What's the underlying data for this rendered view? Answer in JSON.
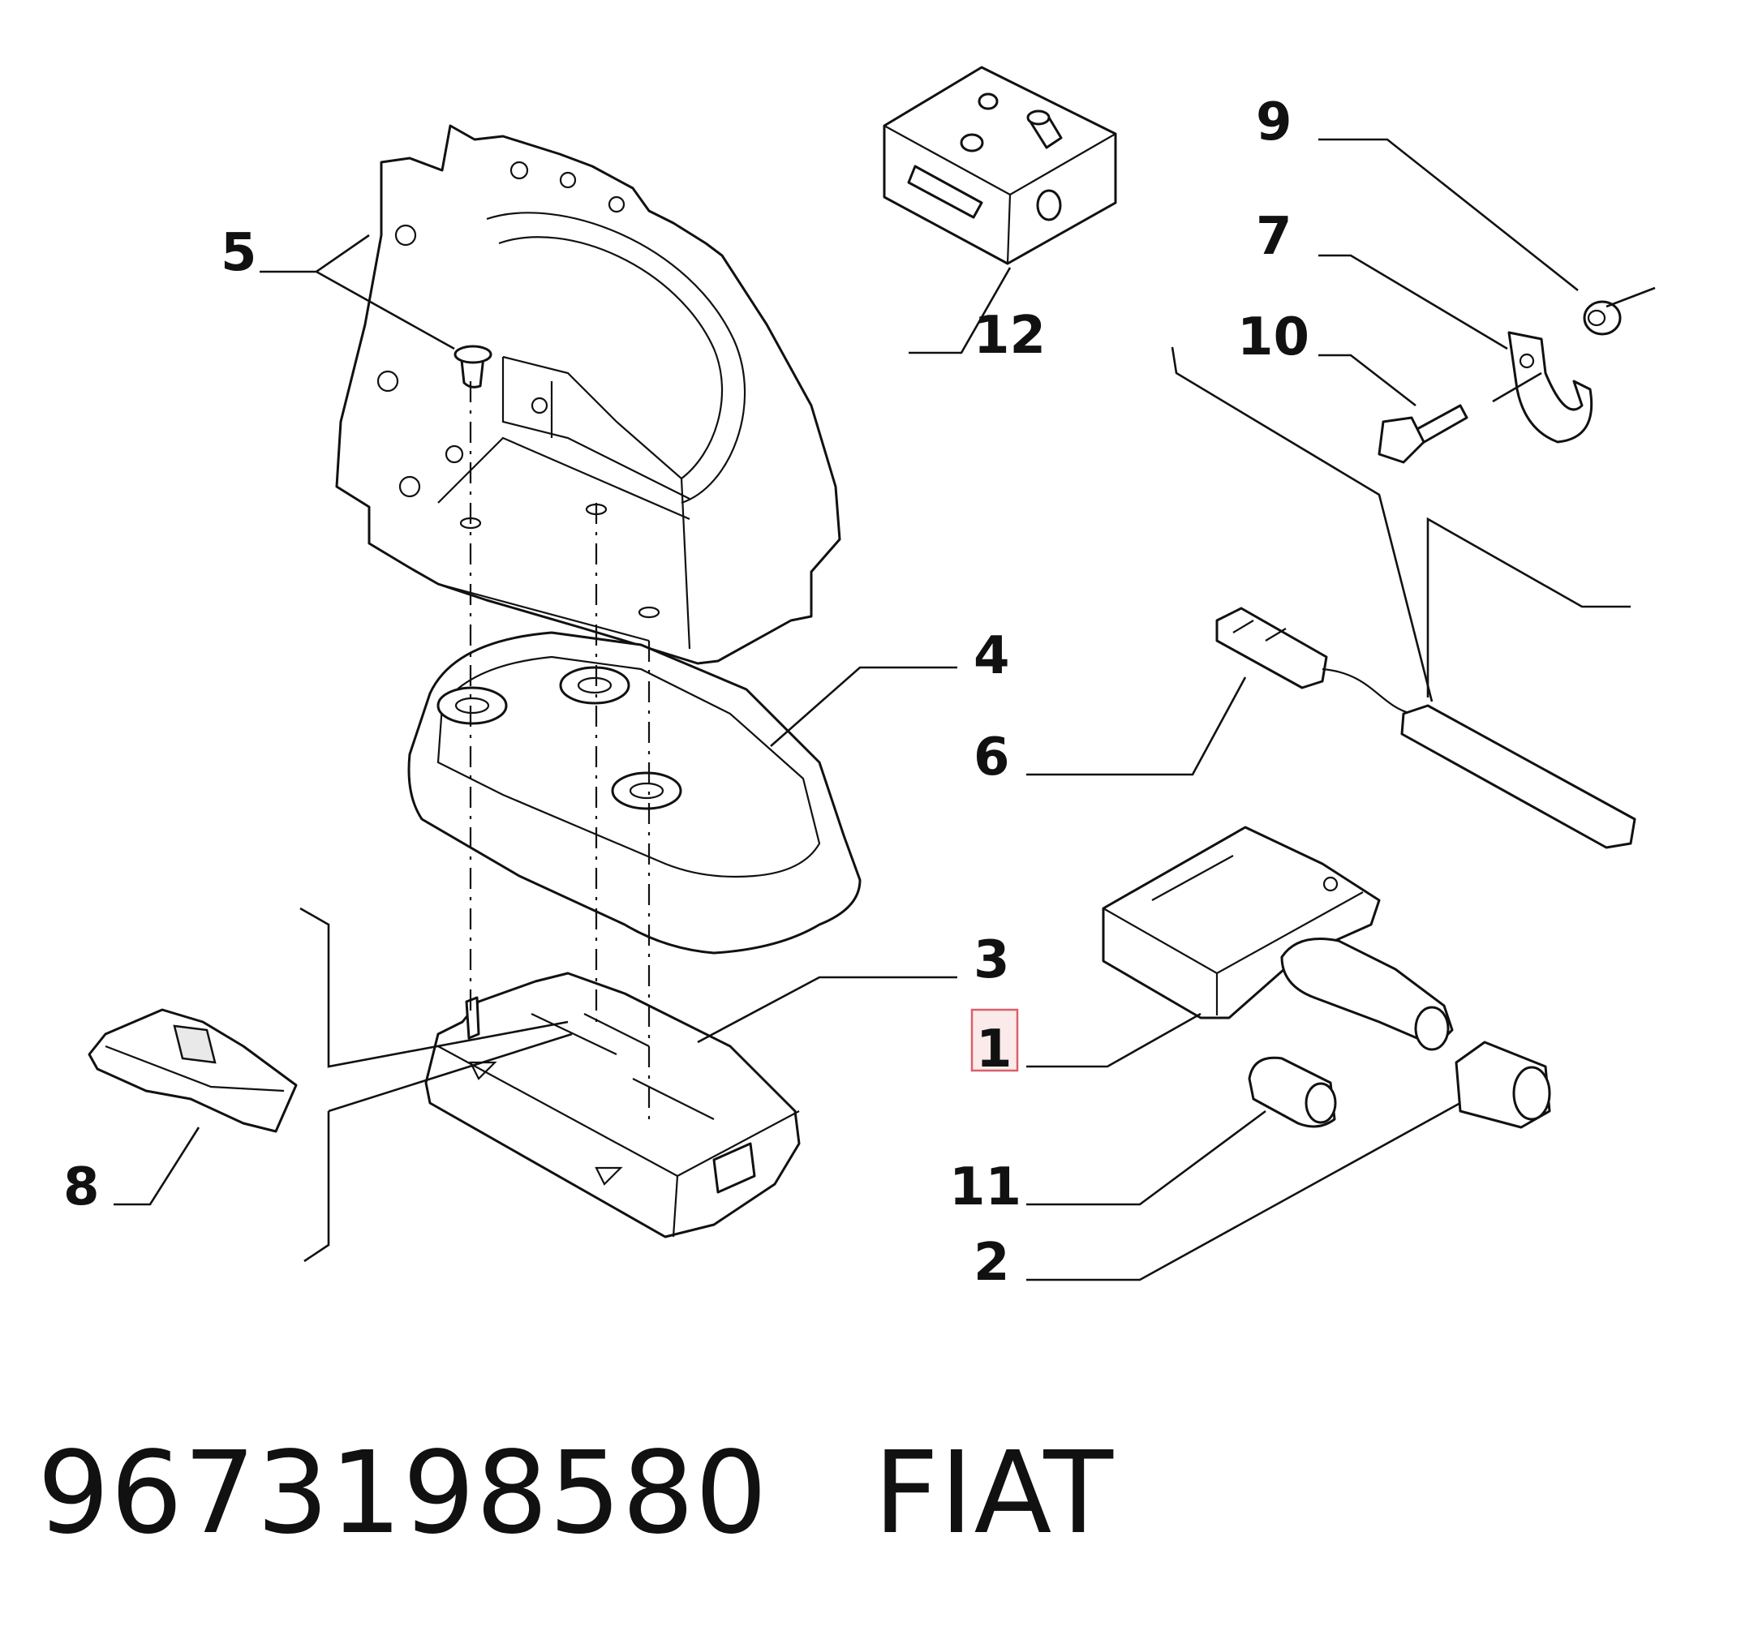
{
  "callouts": {
    "c1": "1",
    "c2": "2",
    "c3": "3",
    "c4": "4",
    "c5": "5",
    "c6": "6",
    "c7": "7",
    "c8": "8",
    "c9": "9",
    "c10": "10",
    "c11": "11",
    "c12": "12"
  },
  "highlighted_callout": "1",
  "caption": {
    "part_number": "9673198580",
    "brand": "FIAT"
  },
  "colors": {
    "line": "#111111",
    "highlight_border": "#d9606a",
    "highlight_fill": "#fbeaea",
    "background": "#ffffff"
  }
}
